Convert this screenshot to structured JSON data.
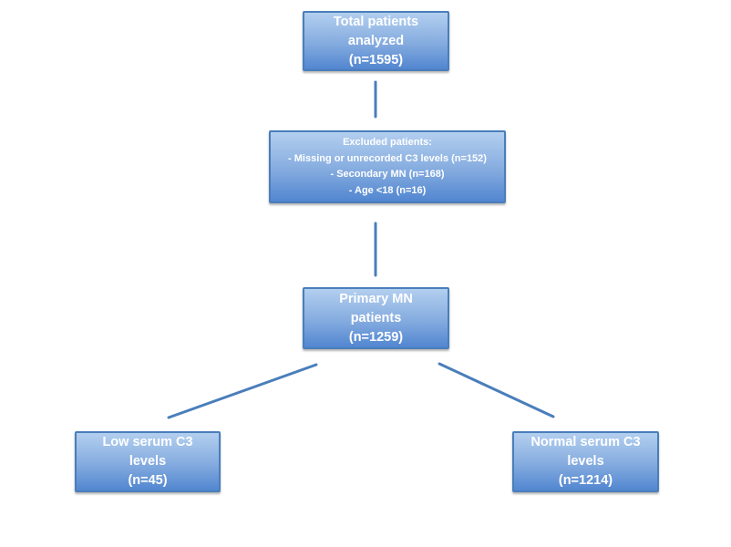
{
  "diagram": {
    "type": "flowchart",
    "background": "#ffffff",
    "colors": {
      "box_border": "#4a7ebb",
      "box_fill_top": "#b3cfef",
      "box_fill_mid": "#84abdf",
      "box_fill_bottom": "#5186d0",
      "line": "#4a7ebb",
      "text": "#ffffff",
      "background": "#ffffff"
    },
    "nodes": {
      "total": {
        "lines": [
          "Total patients",
          "analyzed",
          "(n=1595)"
        ]
      },
      "excluded": {
        "lines": [
          "Excluded patients:",
          "- Missing or unrecorded C3 levels (n=152)",
          "- Secondary MN (n=168)",
          "- Age <18 (n=16)"
        ]
      },
      "primary": {
        "lines": [
          "Primary MN",
          "patients",
          "(n=1259)"
        ]
      },
      "low": {
        "lines": [
          "Low serum C3",
          "levels",
          "(n=45)"
        ]
      },
      "normal": {
        "lines": [
          "Normal serum C3",
          "levels",
          "(n=1214)"
        ]
      }
    },
    "edges": [
      {
        "from": "total",
        "to": "excluded"
      },
      {
        "from": "excluded",
        "to": "primary"
      },
      {
        "from": "primary",
        "to": "low"
      },
      {
        "from": "primary",
        "to": "normal"
      }
    ]
  }
}
